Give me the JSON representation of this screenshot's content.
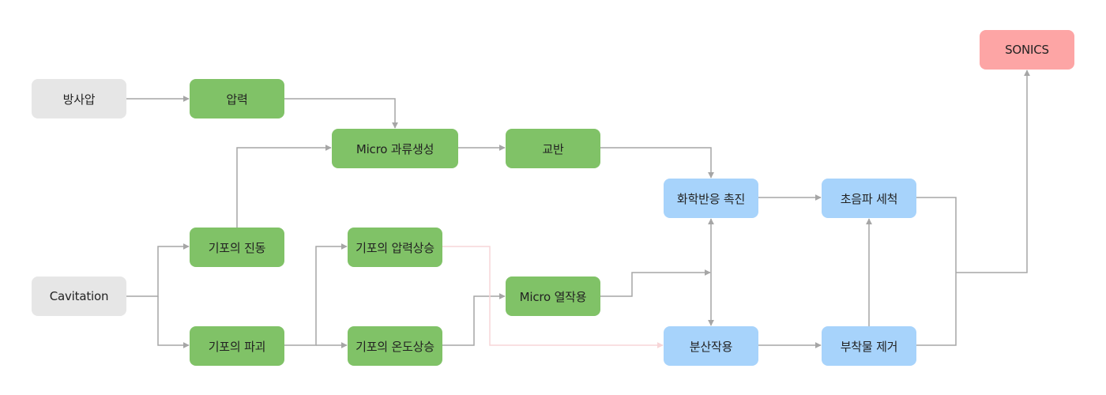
{
  "nodes": {
    "bangsaap": "방사압",
    "cavitation": "Cavitation",
    "pressure": "압력",
    "vibration": "기포의 진동",
    "collapse": "기포의 파괴",
    "microflow": "Micro 과류생성",
    "pressrise": "기포의 압력상승",
    "temprise": "기포의 온도상승",
    "stir": "교반",
    "microheat": "Micro 열작용",
    "chem": "화학반응 촉진",
    "disperse": "분산작용",
    "clean": "초음파 세척",
    "deposit": "부착물 제거",
    "sonics": "SONICS"
  },
  "colors": {
    "gray_node": "#e6e6e6",
    "green_node": "#80c267",
    "blue_node": "#a7d3fb",
    "red_node": "#fda5a5",
    "connector": "#a6a6a6",
    "highlight_connector": "#f7d6d8"
  }
}
